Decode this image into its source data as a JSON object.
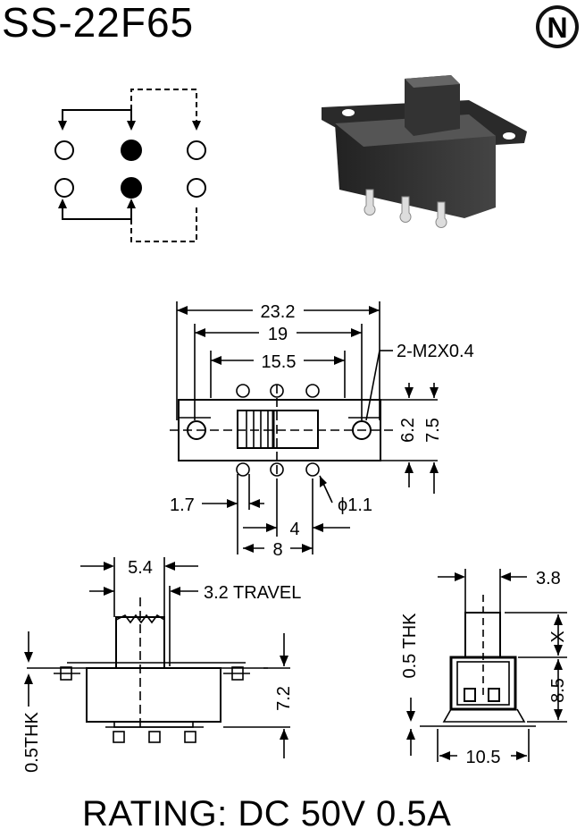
{
  "title": "SS-22F65",
  "rating": "RATING: DC 50V 0.5A",
  "logo_letter": "N",
  "top_view": {
    "dim_overall": "23.2",
    "dim_mount": "19",
    "dim_pins": "15.5",
    "screw": "2-M2X0.4",
    "dim_h1": "6.2",
    "dim_h2": "7.5",
    "dim_pin_width": "1.7",
    "pin_hole": "ϕ1.1",
    "dim_pitch": "4",
    "dim_span": "8"
  },
  "side_view": {
    "dim_actuator": "5.4",
    "travel": "3.2 TRAVEL",
    "dim_body": "7.2",
    "thk": "0.5THK"
  },
  "end_view": {
    "dim_top": "3.8",
    "dim_x": "X",
    "dim_body": "8.5",
    "dim_width": "10.5",
    "thk": "0.5 THK"
  }
}
